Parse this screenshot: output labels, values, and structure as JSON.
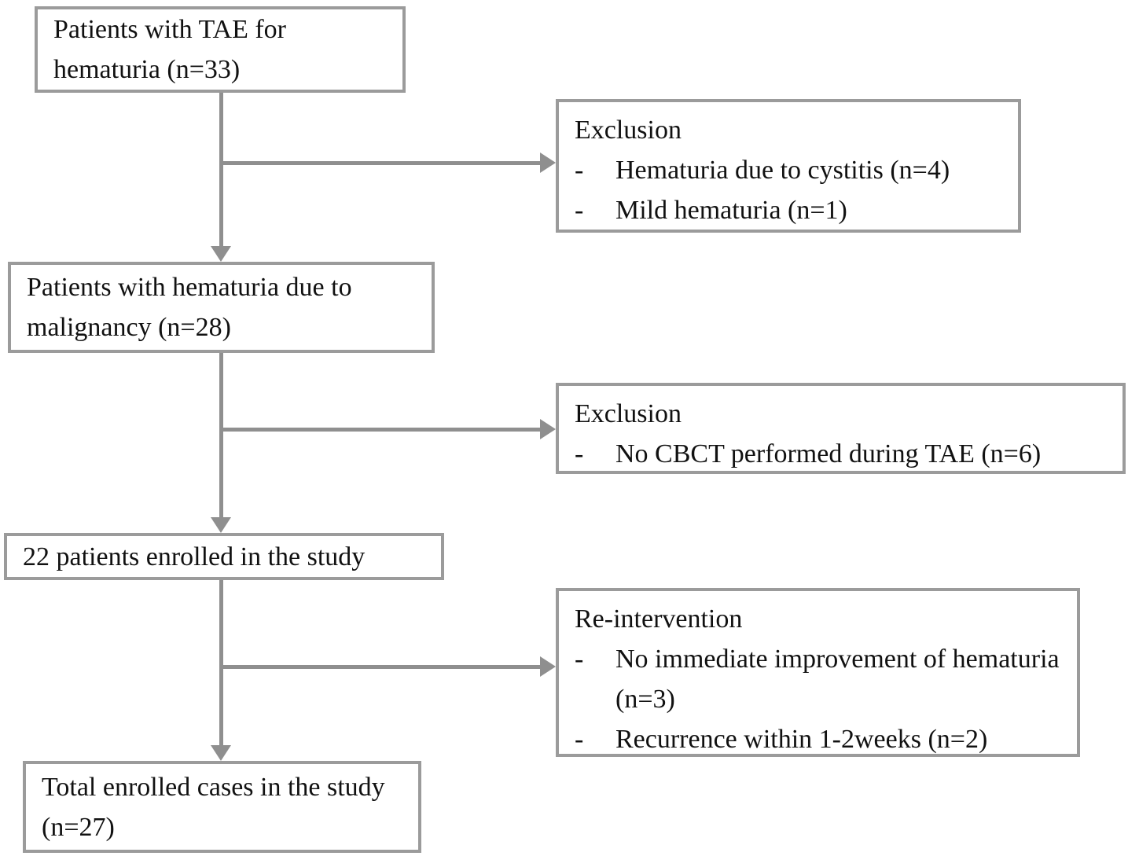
{
  "figure": {
    "bullet_marker": "-",
    "boxes": {
      "tae_patients": {
        "text": "Patients with TAE for hematuria (n=33)"
      },
      "exclusion_1": {
        "title": "Exclusion",
        "items": [
          "Hematuria due to cystitis (n=4)",
          "Mild hematuria (n=1)"
        ]
      },
      "malignancy_patients": {
        "text": "Patients with hematuria due to malignancy (n=28)"
      },
      "exclusion_2": {
        "title": "Exclusion",
        "items": [
          "No CBCT performed during TAE (n=6)"
        ]
      },
      "enrolled_patients": {
        "text": "22 patients enrolled in the study"
      },
      "reintervention": {
        "title": "Re-intervention",
        "items": [
          "No immediate improvement of hematuria (n=3)",
          "Recurrence within 1-2weeks (n=2)"
        ]
      },
      "total_enrolled": {
        "text": "Total enrolled cases in the study (n=27)"
      }
    },
    "colors": {
      "box_border": "#9b9b9b",
      "connector": "#8f8f8f",
      "text": "#111111",
      "background": "#ffffff"
    }
  }
}
